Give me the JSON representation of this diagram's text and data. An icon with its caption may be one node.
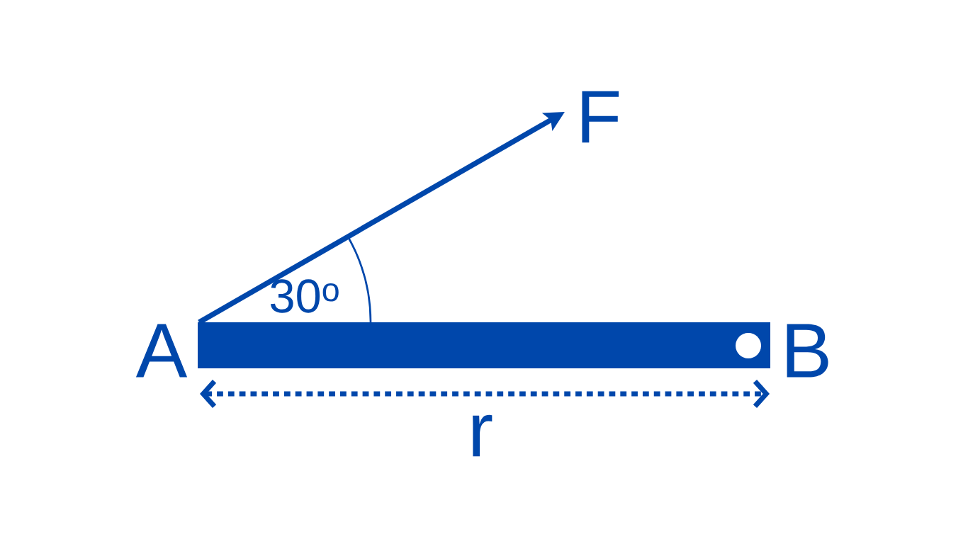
{
  "diagram": {
    "labels": [
      "F",
      "30$^{o}$",
      "A",
      "B",
      "r"
    ]
  }
}
